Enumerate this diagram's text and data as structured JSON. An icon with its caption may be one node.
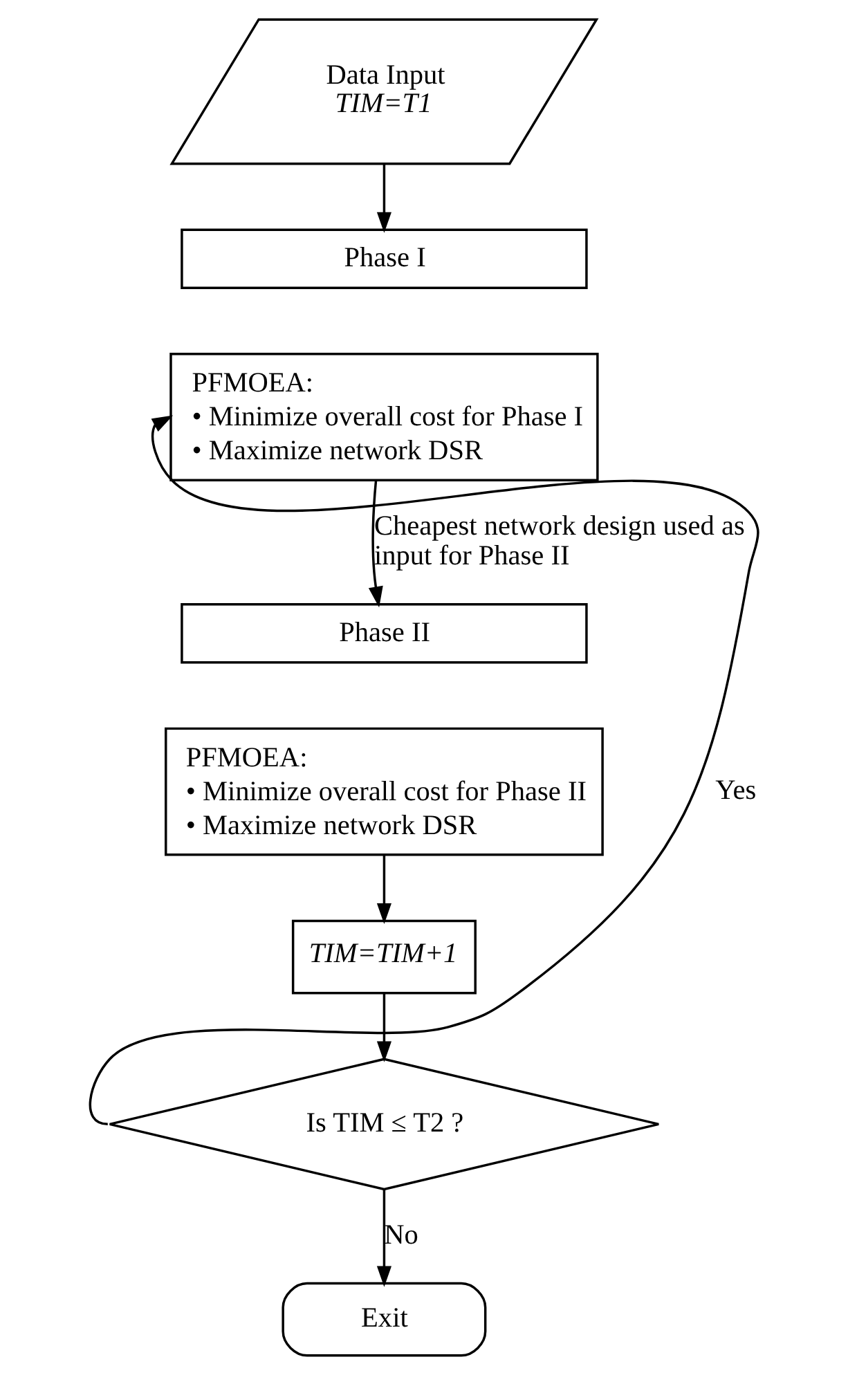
{
  "diagram": {
    "nodes": [
      {
        "text": [
          "Data Input",
          "TIM=T1"
        ]
      },
      {
        "text": [
          "Phase I"
        ]
      },
      {
        "text": [
          "PFMOEA:",
          "• Minimize overall cost for Phase I",
          "• Maximize network DSR"
        ]
      },
      {
        "text": [
          "Phase II"
        ]
      },
      {
        "text": [
          "PFMOEA:",
          "• Minimize overall cost for Phase II",
          "• Maximize network DSR"
        ]
      },
      {
        "text": [
          "TIM=TIM+1"
        ]
      },
      {
        "text": [
          "Is TIM ≤ T2 ?"
        ]
      },
      {
        "text": [
          "Exit"
        ]
      }
    ],
    "edges": [
      {
        "from": 0,
        "to": 1,
        "arrow": "to"
      },
      {
        "from": 2,
        "to": 3,
        "arrow": "to",
        "label": "Cheapest network design used as input for Phase II"
      },
      {
        "from": 4,
        "to": 5,
        "arrow": "to"
      },
      {
        "from": 5,
        "to": 6,
        "arrow": "to"
      },
      {
        "from": 6,
        "to": 2,
        "arrow": "to",
        "label": "Yes"
      },
      {
        "from": 6,
        "to": 7,
        "arrow": "to",
        "label": "No"
      }
    ]
  }
}
